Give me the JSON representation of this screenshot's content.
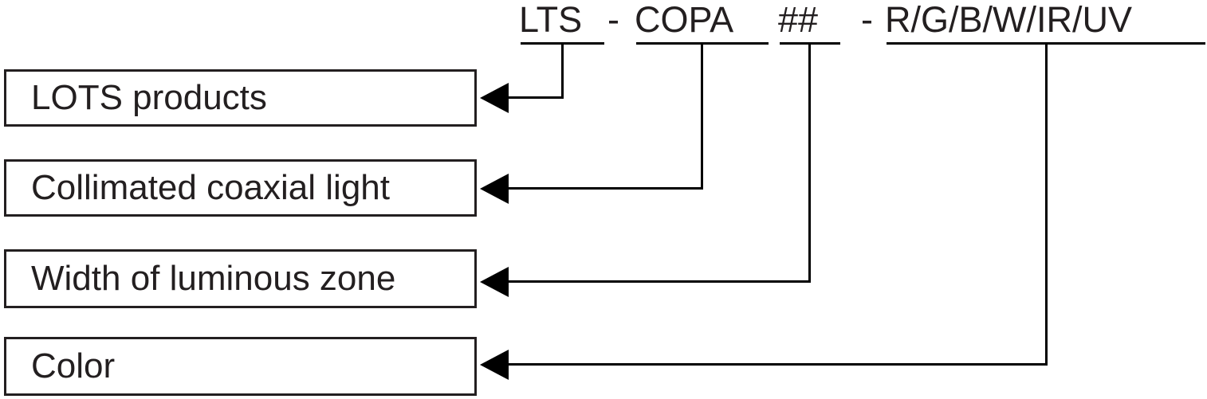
{
  "diagram": {
    "title": "LTS - COPA ## - R/G/B/W/IR/UV",
    "type": "model-number-breakdown",
    "line_color": "#000000",
    "text_color": "#231f20",
    "background_color": "#ffffff"
  },
  "code": {
    "segments": [
      {
        "id": "series",
        "text": "LTS"
      },
      {
        "id": "model",
        "text": "COPA"
      },
      {
        "id": "width",
        "text": "##"
      },
      {
        "id": "color",
        "text": "R/G/B/W/IR/UV"
      }
    ],
    "separators": [
      {
        "id": "dash-1",
        "text": "-"
      },
      {
        "id": "dash-2",
        "text": "-"
      }
    ]
  },
  "labels": [
    {
      "id": "lots-products",
      "text": "LOTS products",
      "describes": "LTS"
    },
    {
      "id": "collimated-coaxial-light",
      "text": "Collimated coaxial light",
      "describes": "COPA"
    },
    {
      "id": "width-of-luminous-zone",
      "text": "Width of luminous zone",
      "describes": "##"
    },
    {
      "id": "color",
      "text": "Color",
      "describes": "R/G/B/W/IR/UV"
    }
  ]
}
